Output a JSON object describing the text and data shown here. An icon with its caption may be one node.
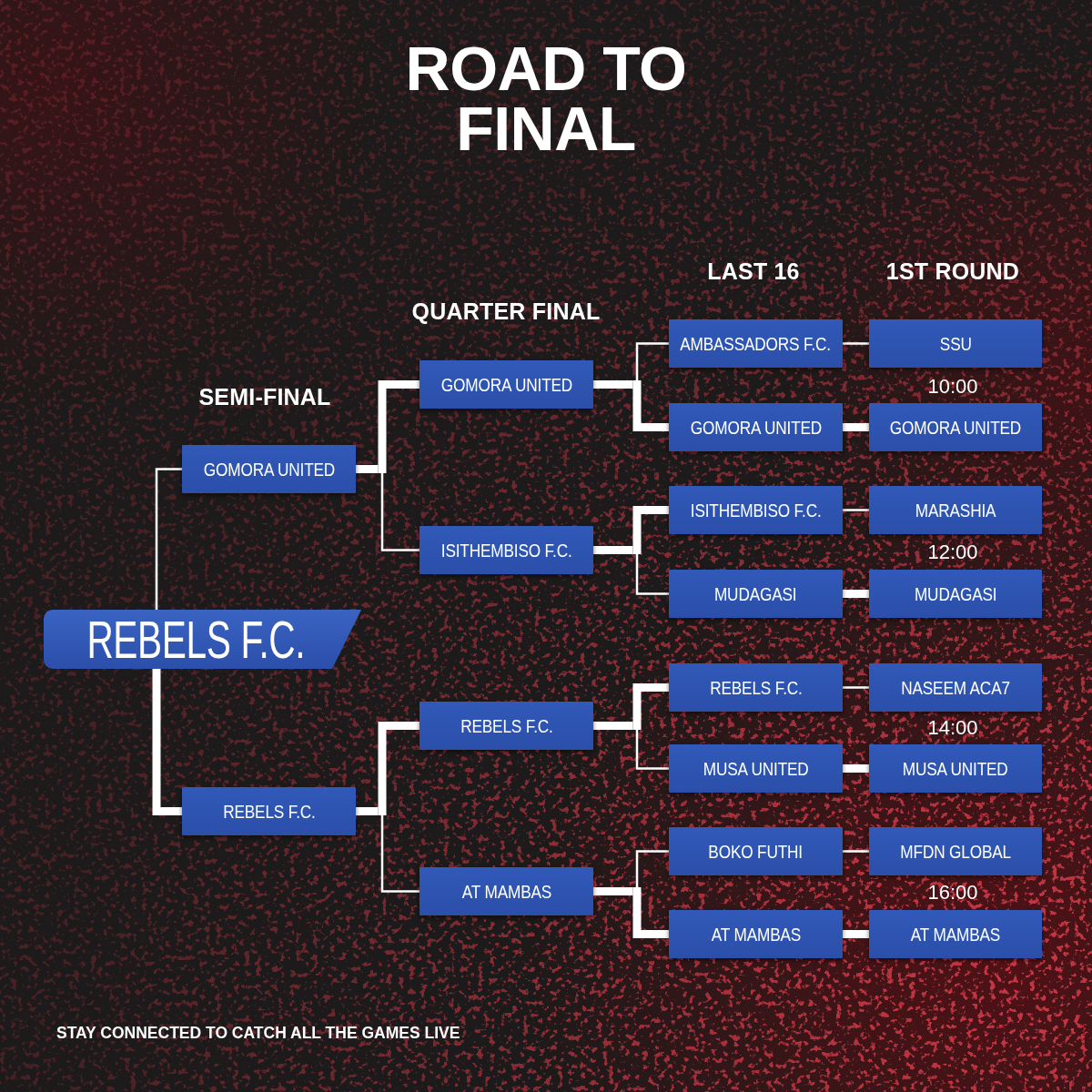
{
  "diagram": {
    "title": "ROAD TO FINAL",
    "nodes": [
      {
        "text": [
          "REBELS F.C."
        ]
      },
      {
        "text": [
          "GOMORA UNITED"
        ]
      },
      {
        "text": [
          "REBELS F.C."
        ]
      },
      {
        "text": [
          "GOMORA UNITED"
        ]
      },
      {
        "text": [
          "ISITHEMBISO F.C."
        ]
      },
      {
        "text": [
          "REBELS F.C."
        ]
      },
      {
        "text": [
          "AT MAMBAS"
        ]
      },
      {
        "text": [
          "AMBASSADORS F.C."
        ]
      },
      {
        "text": [
          "GOMORA UNITED"
        ]
      },
      {
        "text": [
          "ISITHEMBISO F.C."
        ]
      },
      {
        "text": [
          "MUDAGASI"
        ]
      },
      {
        "text": [
          "REBELS F.C."
        ]
      },
      {
        "text": [
          "MUSA UNITED"
        ]
      },
      {
        "text": [
          "BOKO FUTHI"
        ]
      },
      {
        "text": [
          "AT MAMBAS"
        ]
      },
      {
        "text": [
          "SSU"
        ]
      },
      {
        "text": [
          "GOMORA UNITED"
        ]
      },
      {
        "text": [
          "MARASHIA"
        ]
      },
      {
        "text": [
          "MUDAGASI"
        ]
      },
      {
        "text": [
          "NASEEM ACA7"
        ]
      },
      {
        "text": [
          "MUSA UNITED"
        ]
      },
      {
        "text": [
          "MFDN GLOBAL"
        ]
      },
      {
        "text": [
          "AT MAMBAS"
        ]
      }
    ],
    "edges": [
      {
        "from": 15,
        "to": 7,
        "arrow": "none"
      },
      {
        "from": 16,
        "to": 8,
        "arrow": "none",
        "style": "thick"
      },
      {
        "from": 17,
        "to": 9,
        "arrow": "none"
      },
      {
        "from": 18,
        "to": 10,
        "arrow": "none",
        "style": "thick"
      },
      {
        "from": 19,
        "to": 11,
        "arrow": "none"
      },
      {
        "from": 20,
        "to": 12,
        "arrow": "none",
        "style": "thick"
      },
      {
        "from": 21,
        "to": 13,
        "arrow": "none"
      },
      {
        "from": 22,
        "to": 14,
        "arrow": "none",
        "style": "thick"
      },
      {
        "from": 7,
        "to": 3,
        "arrow": "none"
      },
      {
        "from": 8,
        "to": 3,
        "arrow": "none",
        "style": "thick"
      },
      {
        "from": 9,
        "to": 4,
        "arrow": "none",
        "style": "thick"
      },
      {
        "from": 10,
        "to": 4,
        "arrow": "none"
      },
      {
        "from": 11,
        "to": 5,
        "arrow": "none",
        "style": "thick"
      },
      {
        "from": 12,
        "to": 5,
        "arrow": "none"
      },
      {
        "from": 13,
        "to": 6,
        "arrow": "none"
      },
      {
        "from": 14,
        "to": 6,
        "arrow": "none",
        "style": "thick"
      },
      {
        "from": 3,
        "to": 1,
        "arrow": "none",
        "style": "thick"
      },
      {
        "from": 4,
        "to": 1,
        "arrow": "none"
      },
      {
        "from": 5,
        "to": 2,
        "arrow": "none",
        "style": "thick"
      },
      {
        "from": 6,
        "to": 2,
        "arrow": "none"
      },
      {
        "from": 1,
        "to": 0,
        "arrow": "none"
      },
      {
        "from": 2,
        "to": 0,
        "arrow": "none",
        "style": "thick"
      }
    ],
    "labels": [
      "LAST 16",
      "1ST ROUND",
      "QUARTER FINAL",
      "10:00",
      "SEMI-FINAL",
      "12:00",
      "14:00",
      "16:00",
      "STAY CONNECTED TO CATCH ALL THE GAMES LIVE"
    ]
  }
}
